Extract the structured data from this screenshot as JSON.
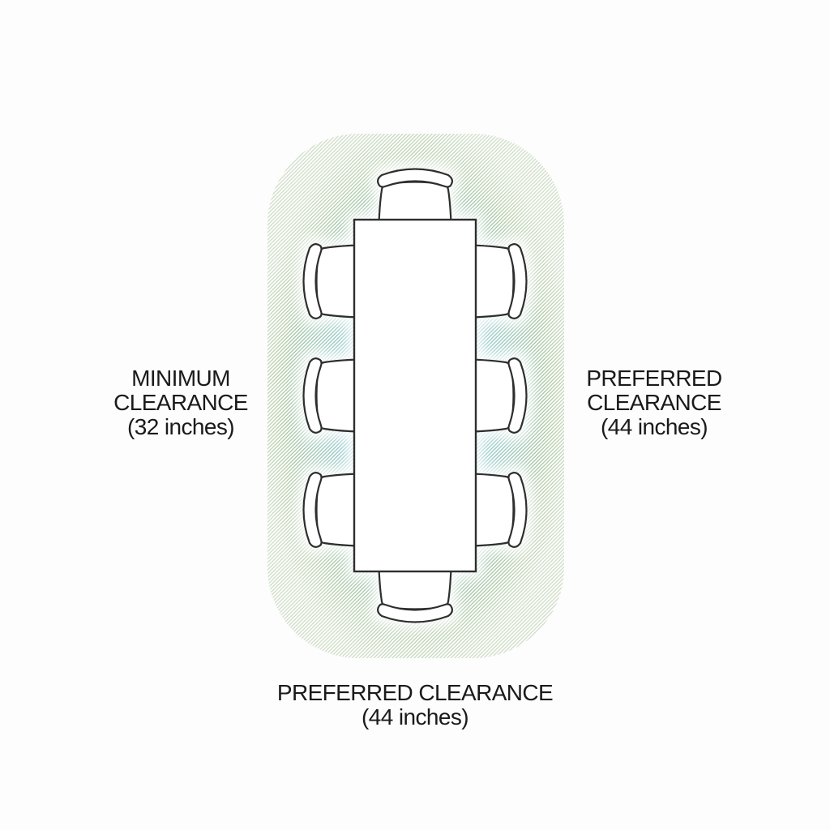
{
  "diagram": {
    "title": "dining-table-clearance-plan",
    "clearances": {
      "minimum": {
        "lines": [
          "MINIMUM",
          "CLEARANCE",
          "(32 inches)"
        ],
        "inches": 32
      },
      "preferred_side": {
        "lines": [
          "PREFERRED",
          "CLEARANCE",
          "(44 inches)"
        ],
        "inches": 44
      },
      "preferred_bottom": {
        "lines": [
          "PREFERRED CLEARANCE",
          "(44 inches)"
        ],
        "inches": 44
      }
    },
    "furniture": {
      "table_count": 1,
      "chair_count": 8
    },
    "colors": {
      "hatch_green": "#9dbd8d",
      "hatch_blue": "#8fcddd",
      "outline": "#2e2e2e",
      "furniture_fill": "#ffffff",
      "text": "#1a1a1a",
      "background": "#fdfdfd"
    }
  }
}
